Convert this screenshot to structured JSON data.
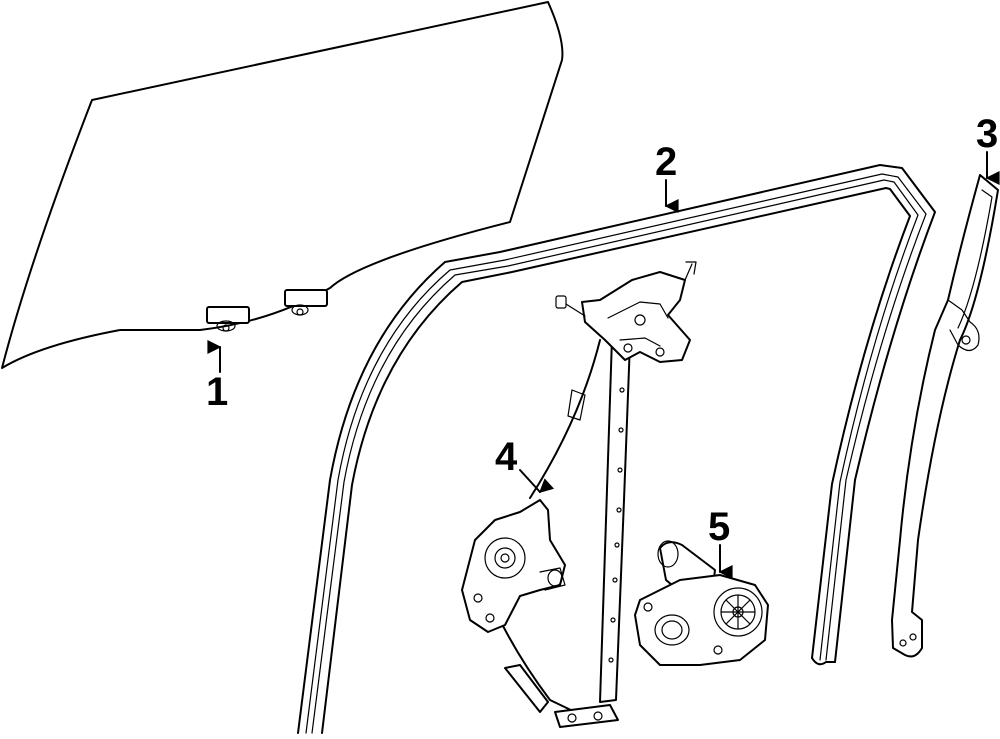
{
  "diagram": {
    "callouts": [
      {
        "id": "1",
        "label": "1",
        "part": "door-glass"
      },
      {
        "id": "2",
        "label": "2",
        "part": "glass-run-channel"
      },
      {
        "id": "3",
        "label": "3",
        "part": "division-bar"
      },
      {
        "id": "4",
        "label": "4",
        "part": "window-regulator"
      },
      {
        "id": "5",
        "label": "5",
        "part": "regulator-motor"
      }
    ]
  }
}
